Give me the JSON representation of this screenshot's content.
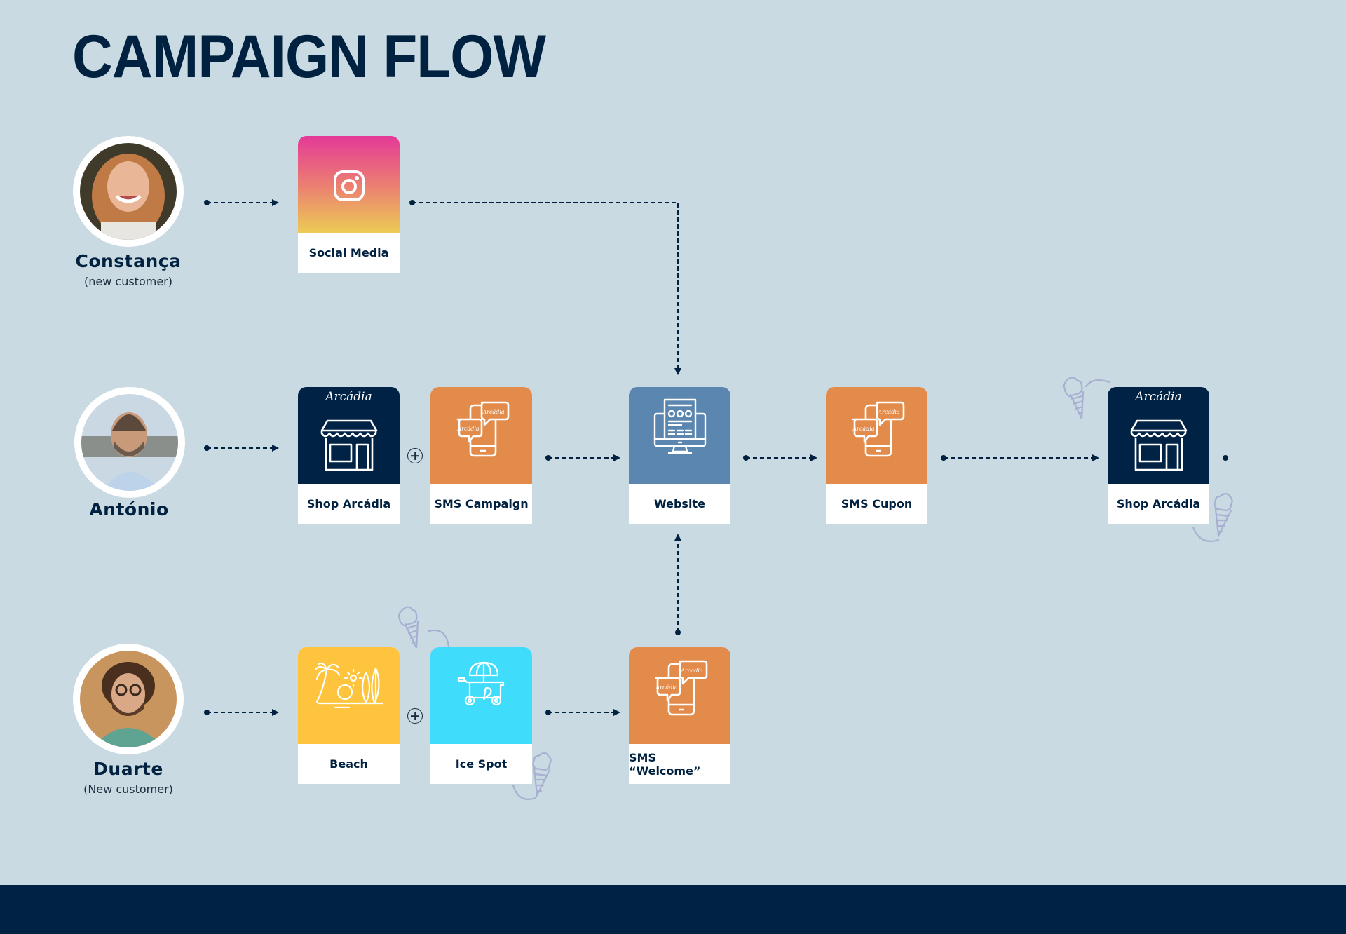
{
  "title": "CAMPAIGN FLOW",
  "colors": {
    "background": "#c9dae3",
    "navy": "#002244",
    "orange": "#e28b4b",
    "website_blue": "#5a86b0",
    "beach_yellow": "#ffc43d",
    "ice_spot_cyan": "#3fdcfc",
    "instagram_gradient": [
      "#e43a97",
      "#eccb56"
    ],
    "decoration": "#a9afd1"
  },
  "personas": [
    {
      "name": "Constança",
      "subtitle": "(new customer)",
      "avatar": "photo-woman-red-hair"
    },
    {
      "name": "António",
      "subtitle": "",
      "avatar": "photo-man-beard"
    },
    {
      "name": "Duarte",
      "subtitle": "(New customer)",
      "avatar": "photo-man-curly-hair"
    }
  ],
  "cards": {
    "social_media": {
      "label": "Social Media",
      "icon": "instagram-icon"
    },
    "shop_1": {
      "label": "Shop Arcádia",
      "brand": "Arcádia",
      "icon": "storefront-icon"
    },
    "sms_campaign": {
      "label": "SMS Campaign",
      "brand": "Arcádia",
      "icon": "phone-chat-icon"
    },
    "website": {
      "label": "Website",
      "icon": "desktop-website-icon"
    },
    "sms_cupon": {
      "label": "SMS Cupon",
      "brand": "Arcádia",
      "icon": "phone-chat-icon"
    },
    "shop_2": {
      "label": "Shop Arcádia",
      "brand": "Arcádia",
      "icon": "storefront-icon"
    },
    "beach": {
      "label": "Beach",
      "icon": "beach-icon"
    },
    "ice_spot": {
      "label": "Ice Spot",
      "icon": "ice-cream-cart-icon"
    },
    "sms_welcome": {
      "label": "SMS “Welcome”",
      "brand": "Arcádia",
      "icon": "phone-chat-icon"
    }
  },
  "flows": [
    {
      "from": "Constança",
      "to": "social_media"
    },
    {
      "from": "social_media",
      "to": "website"
    },
    {
      "from": "António",
      "to": "shop_1"
    },
    {
      "combine": [
        "shop_1",
        "sms_campaign"
      ]
    },
    {
      "from": "sms_campaign",
      "to": "website"
    },
    {
      "from": "website",
      "to": "sms_cupon"
    },
    {
      "from": "sms_cupon",
      "to": "shop_2"
    },
    {
      "from": "Duarte",
      "to": "beach"
    },
    {
      "combine": [
        "beach",
        "ice_spot"
      ]
    },
    {
      "from": "ice_spot",
      "to": "sms_welcome"
    },
    {
      "from": "sms_welcome",
      "to": "website"
    }
  ]
}
